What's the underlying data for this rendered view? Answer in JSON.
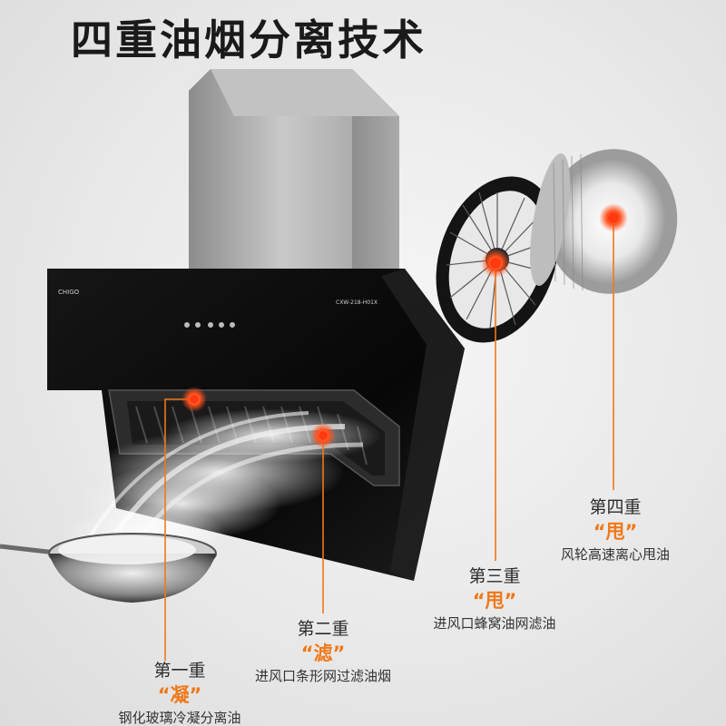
{
  "title": "四重油烟分离技术",
  "hood": {
    "logo": "CHIGO",
    "model": "CXW-218-H01X"
  },
  "stages": [
    {
      "title": "第一重",
      "key": "“凝”",
      "desc": "钢化玻璃冷凝分离油"
    },
    {
      "title": "第二重",
      "key": "“滤”",
      "desc": "进风口条形网过滤油烟"
    },
    {
      "title": "第三重",
      "key": "“甩”",
      "desc": "进风口蜂窝油网滤油"
    },
    {
      "title": "第四重",
      "key": "“甩”",
      "desc": "风轮高速离心甩油"
    }
  ],
  "colors": {
    "accent": "#f07818",
    "marker": "#ff5a22",
    "hood_glass": "#0b0b0b",
    "chimney": "#a9a9a9"
  }
}
